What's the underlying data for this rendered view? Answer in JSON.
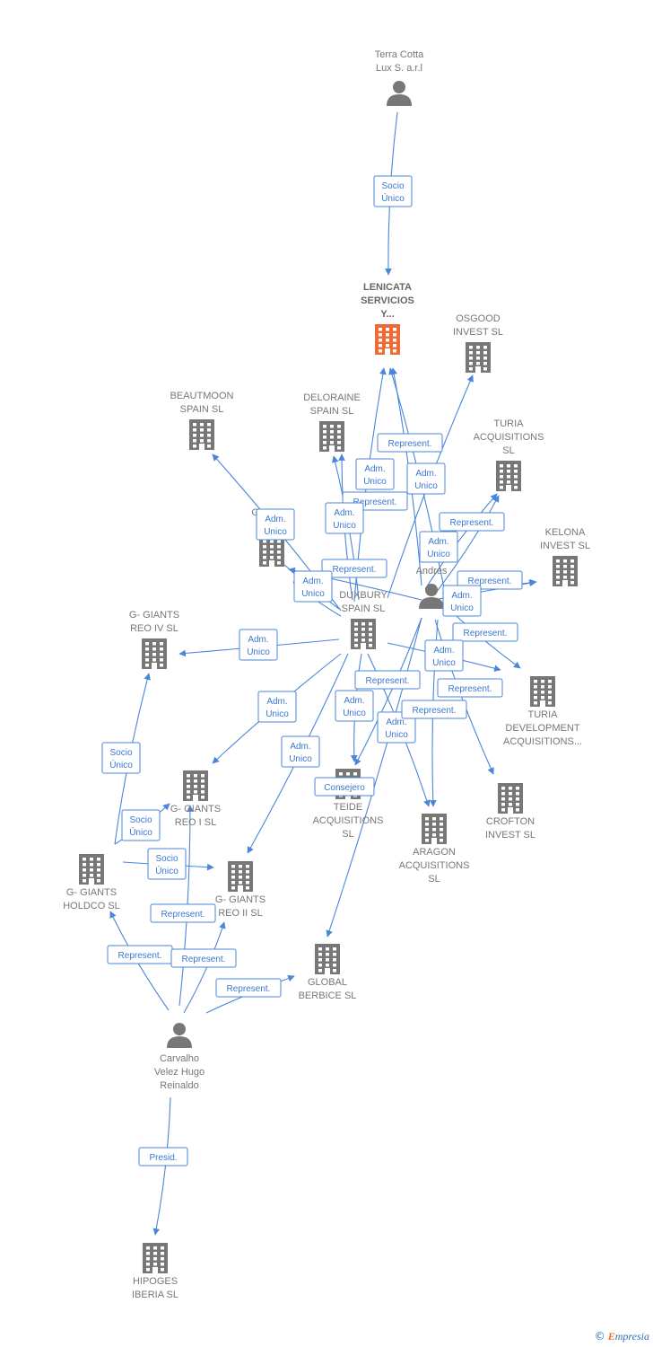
{
  "colors": {
    "edge": "#4a86d9",
    "node_gray": "#777777",
    "focus": "#f06a35"
  },
  "nodes": [
    {
      "id": "terra",
      "type": "person",
      "lines": [
        "Terra Cotta",
        "Lux S. a.r.l"
      ]
    },
    {
      "id": "lenicata",
      "type": "company",
      "focus": true,
      "lines": [
        "LENICATA",
        "SERVICIOS",
        "Y..."
      ]
    },
    {
      "id": "osgood",
      "type": "company",
      "lines": [
        "OSGOOD",
        "INVEST  SL"
      ]
    },
    {
      "id": "beautmoon",
      "type": "company",
      "lines": [
        "BEAUTMOON",
        "SPAIN  SL"
      ]
    },
    {
      "id": "deloraine",
      "type": "company",
      "lines": [
        "DELORAINE",
        "SPAIN  SL"
      ]
    },
    {
      "id": "turia_acq",
      "type": "company",
      "lines": [
        "TURIA",
        "ACQUISITIONS",
        "SL"
      ]
    },
    {
      "id": "kelona",
      "type": "company",
      "lines": [
        "KELONA",
        "INVEST  SL"
      ]
    },
    {
      "id": "gladyr",
      "type": "company",
      "lines": [
        "GLADYR",
        "SP..."
      ]
    },
    {
      "id": "andres",
      "type": "person",
      "lines": [
        "A...",
        "M...",
        "Andres"
      ]
    },
    {
      "id": "duxbury",
      "type": "company",
      "lines": [
        "DUXBURY",
        "SPAIN  SL"
      ]
    },
    {
      "id": "giants_iv",
      "type": "company",
      "lines": [
        "G- GIANTS",
        "REO IV  SL"
      ]
    },
    {
      "id": "turia_dev",
      "type": "company",
      "lines": [
        "TURIA",
        "DEVELOPMENT",
        "ACQUISITIONS..."
      ]
    },
    {
      "id": "giants_i",
      "type": "company",
      "lines": [
        "G- GIANTS",
        "REO I  SL"
      ]
    },
    {
      "id": "teide",
      "type": "company",
      "lines": [
        "TEIDE",
        "ACQUISITIONS",
        "SL"
      ]
    },
    {
      "id": "crofton",
      "type": "company",
      "lines": [
        "CROFTON",
        "INVEST SL"
      ]
    },
    {
      "id": "aragon",
      "type": "company",
      "lines": [
        "ARAGON",
        "ACQUISITIONS",
        "SL"
      ]
    },
    {
      "id": "holdco",
      "type": "company",
      "lines": [
        "G- GIANTS",
        "HOLDCO  SL"
      ]
    },
    {
      "id": "giants_ii",
      "type": "company",
      "lines": [
        "G- GIANTS",
        "REO II  SL"
      ]
    },
    {
      "id": "global",
      "type": "company",
      "lines": [
        "GLOBAL",
        "BERBICE  SL"
      ]
    },
    {
      "id": "carvalho",
      "type": "person",
      "lines": [
        "Carvalho",
        "Velez Hugo",
        "Reinaldo"
      ]
    },
    {
      "id": "hipoges",
      "type": "company",
      "lines": [
        "HIPOGES",
        "IBERIA SL"
      ]
    }
  ],
  "edges": [
    {
      "from": "terra",
      "to": "lenicata",
      "label": [
        "Socio",
        "Único"
      ]
    },
    {
      "from": "andres",
      "to": "lenicata",
      "label": [
        "Represent."
      ]
    },
    {
      "from": "duxbury",
      "to": "lenicata",
      "label": [
        "Adm.",
        "Unico"
      ]
    },
    {
      "from": "andres",
      "to": "lenicata",
      "label": [
        "Adm.",
        "Unico"
      ]
    },
    {
      "from": "andres",
      "to": "osgood",
      "label": []
    },
    {
      "from": "duxbury",
      "to": "deloraine",
      "label": [
        "Represent."
      ]
    },
    {
      "from": "duxbury",
      "to": "deloraine",
      "label": [
        "Adm.",
        "Unico"
      ]
    },
    {
      "from": "duxbury",
      "to": "beautmoon",
      "label": []
    },
    {
      "from": "andres",
      "to": "turia_acq",
      "label": [
        "Represent."
      ]
    },
    {
      "from": "andres",
      "to": "turia_acq",
      "label": [
        "Adm.",
        "Unico"
      ]
    },
    {
      "from": "andres",
      "to": "kelona",
      "label": [
        "Represent."
      ]
    },
    {
      "from": "duxbury",
      "to": "kelona",
      "label": [
        "Adm.",
        "Unico"
      ]
    },
    {
      "from": "duxbury",
      "to": "gladyr",
      "label": [
        "Adm.",
        "Unico"
      ]
    },
    {
      "from": "andres",
      "to": "gladyr",
      "label": [
        "Represent."
      ]
    },
    {
      "from": "duxbury",
      "to": "gladyr",
      "label": [
        "Adm.",
        "Unico"
      ]
    },
    {
      "from": "duxbury",
      "to": "giants_iv",
      "label": [
        "Adm.",
        "Unico"
      ]
    },
    {
      "from": "andres",
      "to": "turia_dev",
      "label": [
        "Represent."
      ]
    },
    {
      "from": "duxbury",
      "to": "turia_dev",
      "label": [
        "Adm.",
        "Unico"
      ]
    },
    {
      "from": "duxbury",
      "to": "giants_i",
      "label": [
        "Adm.",
        "Unico"
      ]
    },
    {
      "from": "duxbury",
      "to": "giants_ii",
      "label": [
        "Adm.",
        "Unico"
      ]
    },
    {
      "from": "duxbury",
      "to": "teide",
      "label": [
        "Adm.",
        "Unico"
      ]
    },
    {
      "from": "andres",
      "to": "teide",
      "label": [
        "Represent."
      ]
    },
    {
      "from": "andres",
      "to": "crofton",
      "label": [
        "Represent."
      ]
    },
    {
      "from": "duxbury",
      "to": "aragon",
      "label": [
        "Adm.",
        "Unico"
      ]
    },
    {
      "from": "andres",
      "to": "aragon",
      "label": [
        "Represent."
      ]
    },
    {
      "from": "andres",
      "to": "global",
      "label": [
        "Consejero"
      ]
    },
    {
      "from": "holdco",
      "to": "giants_iv",
      "label": [
        "Socio",
        "Único"
      ]
    },
    {
      "from": "holdco",
      "to": "giants_i",
      "label": [
        "Socio",
        "Único"
      ]
    },
    {
      "from": "holdco",
      "to": "giants_ii",
      "label": [
        "Socio",
        "Único"
      ]
    },
    {
      "from": "carvalho",
      "to": "giants_i",
      "label": [
        "Represent."
      ]
    },
    {
      "from": "carvalho",
      "to": "holdco",
      "label": [
        "Represent."
      ]
    },
    {
      "from": "carvalho",
      "to": "giants_ii",
      "label": [
        "Represent."
      ]
    },
    {
      "from": "carvalho",
      "to": "global",
      "label": [
        "Represent."
      ]
    },
    {
      "from": "carvalho",
      "to": "hipoges",
      "label": [
        "Presid."
      ]
    }
  ],
  "credit": {
    "symbol": "©",
    "brand_initial": "E",
    "brand_rest": "mpresia"
  }
}
